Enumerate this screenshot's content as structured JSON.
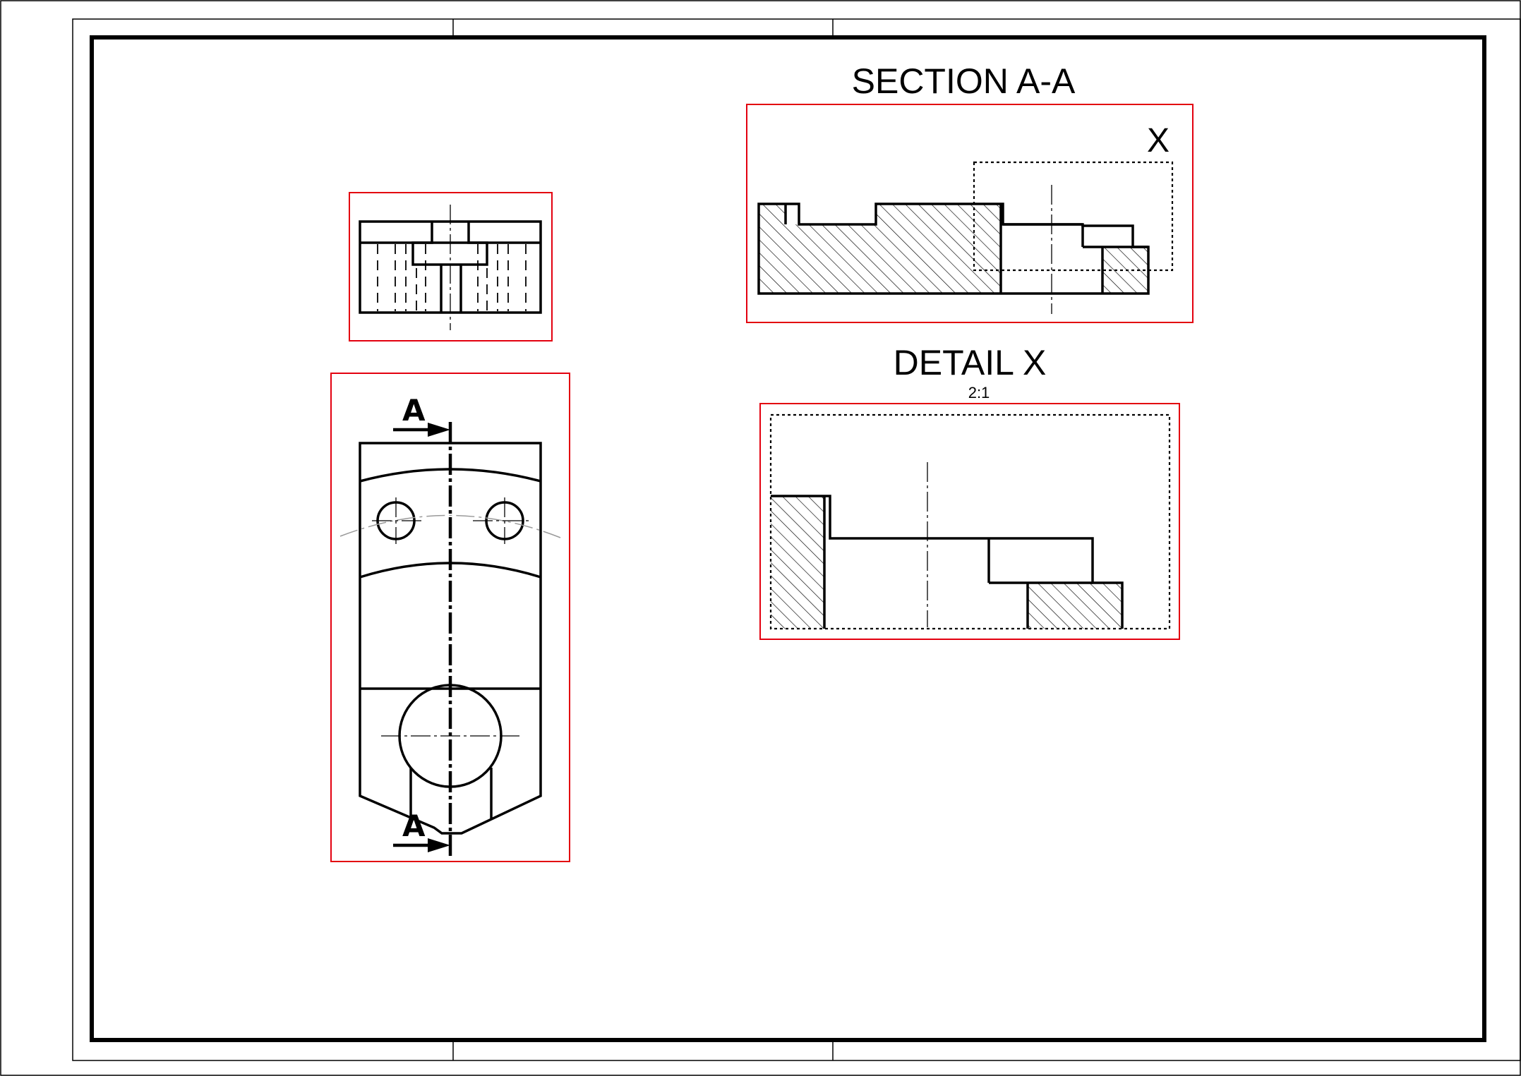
{
  "sheet": {
    "colors": {
      "view_boundary": "#e3000f",
      "lines": "#000000",
      "construction": "#9a9a9a"
    }
  },
  "views": {
    "section": {
      "title": "SECTION A-A"
    },
    "detail": {
      "title": "DETAIL X",
      "scale": "2:1",
      "callout": "X"
    },
    "front": {
      "cut_label_top": "A",
      "cut_label_bottom": "A"
    }
  }
}
